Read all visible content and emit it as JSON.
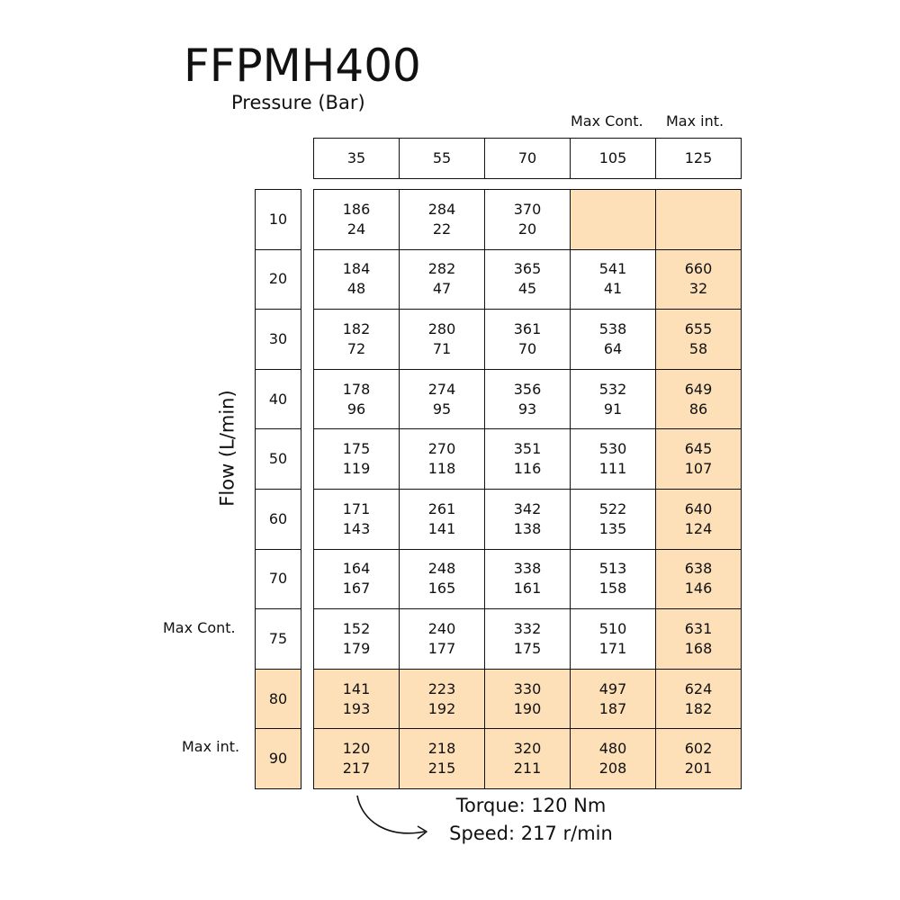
{
  "title": "FFPMH400",
  "pressure_label": "Pressure (Bar)",
  "flow_label": "Flow (L/min)",
  "labels": {
    "max_cont": "Max Cont.",
    "max_int": "Max int."
  },
  "pressures": [
    "35",
    "55",
    "70",
    "105",
    "125"
  ],
  "flows": [
    "10",
    "20",
    "30",
    "40",
    "50",
    "60",
    "70",
    "75",
    "80",
    "90"
  ],
  "cells": [
    [
      [
        "186",
        "24"
      ],
      [
        "284",
        "22"
      ],
      [
        "370",
        "20"
      ],
      [
        "",
        ""
      ],
      [
        "",
        ""
      ]
    ],
    [
      [
        "184",
        "48"
      ],
      [
        "282",
        "47"
      ],
      [
        "365",
        "45"
      ],
      [
        "541",
        "41"
      ],
      [
        "660",
        "32"
      ]
    ],
    [
      [
        "182",
        "72"
      ],
      [
        "280",
        "71"
      ],
      [
        "361",
        "70"
      ],
      [
        "538",
        "64"
      ],
      [
        "655",
        "58"
      ]
    ],
    [
      [
        "178",
        "96"
      ],
      [
        "274",
        "95"
      ],
      [
        "356",
        "93"
      ],
      [
        "532",
        "91"
      ],
      [
        "649",
        "86"
      ]
    ],
    [
      [
        "175",
        "119"
      ],
      [
        "270",
        "118"
      ],
      [
        "351",
        "116"
      ],
      [
        "530",
        "111"
      ],
      [
        "645",
        "107"
      ]
    ],
    [
      [
        "171",
        "143"
      ],
      [
        "261",
        "141"
      ],
      [
        "342",
        "138"
      ],
      [
        "522",
        "135"
      ],
      [
        "640",
        "124"
      ]
    ],
    [
      [
        "164",
        "167"
      ],
      [
        "248",
        "165"
      ],
      [
        "338",
        "161"
      ],
      [
        "513",
        "158"
      ],
      [
        "638",
        "146"
      ]
    ],
    [
      [
        "152",
        "179"
      ],
      [
        "240",
        "177"
      ],
      [
        "332",
        "175"
      ],
      [
        "510",
        "171"
      ],
      [
        "631",
        "168"
      ]
    ],
    [
      [
        "141",
        "193"
      ],
      [
        "223",
        "192"
      ],
      [
        "330",
        "190"
      ],
      [
        "497",
        "187"
      ],
      [
        "624",
        "182"
      ]
    ],
    [
      [
        "120",
        "217"
      ],
      [
        "218",
        "215"
      ],
      [
        "320",
        "211"
      ],
      [
        "480",
        "208"
      ],
      [
        "602",
        "201"
      ]
    ]
  ],
  "legend": {
    "torque": "Torque: 120 Nm",
    "speed": "Speed: 217 r/min"
  },
  "colors": {
    "highlight": "#fddfb8",
    "border": "#111111"
  }
}
